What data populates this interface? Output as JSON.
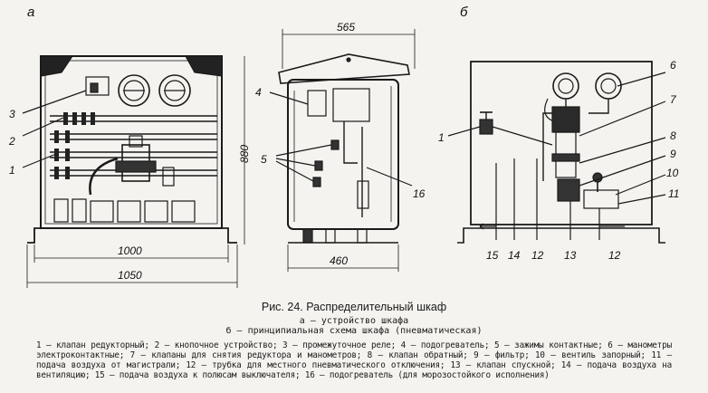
{
  "panel_labels": {
    "a": "а",
    "b": "б"
  },
  "dimensions": {
    "width_inner": "1000",
    "width_outer": "1050",
    "height": "880",
    "side_top": "565",
    "side_bottom": "460"
  },
  "callouts_a": [
    "3",
    "2",
    "1"
  ],
  "callouts_side": [
    "4",
    "5",
    "16"
  ],
  "callouts_b": [
    "1",
    "6",
    "7",
    "8",
    "9",
    "10",
    "11"
  ],
  "bottom_labels_b": [
    "15",
    "14",
    "12",
    "13",
    "12"
  ],
  "caption": {
    "title": "Рис. 24. Распределительный шкаф",
    "sub_a": "а — устройство шкафа",
    "sub_b": "б — принципиальная схема шкафа (пневматическая)",
    "legend": "1 — клапан редукторный; 2 — кнопочное устройство; 3 — промежуточное реле; 4 — подогреватель; 5 — зажимы контактные; 6 — манометры электроконтактные; 7 — клапаны для снятия редуктора и манометров; 8 — клапан обратный; 9 — фильтр; 10 — вентиль запорный; 11 — подача воздуха от магистрали; 12 — трубка для местного пневматического отключения; 13 — клапан спускной; 14 — подача воздуха на вентиляцию; 15 — подача воздуха к полюсам выключателя; 16 — подогреватель (для морозостойкого исполнения)"
  }
}
